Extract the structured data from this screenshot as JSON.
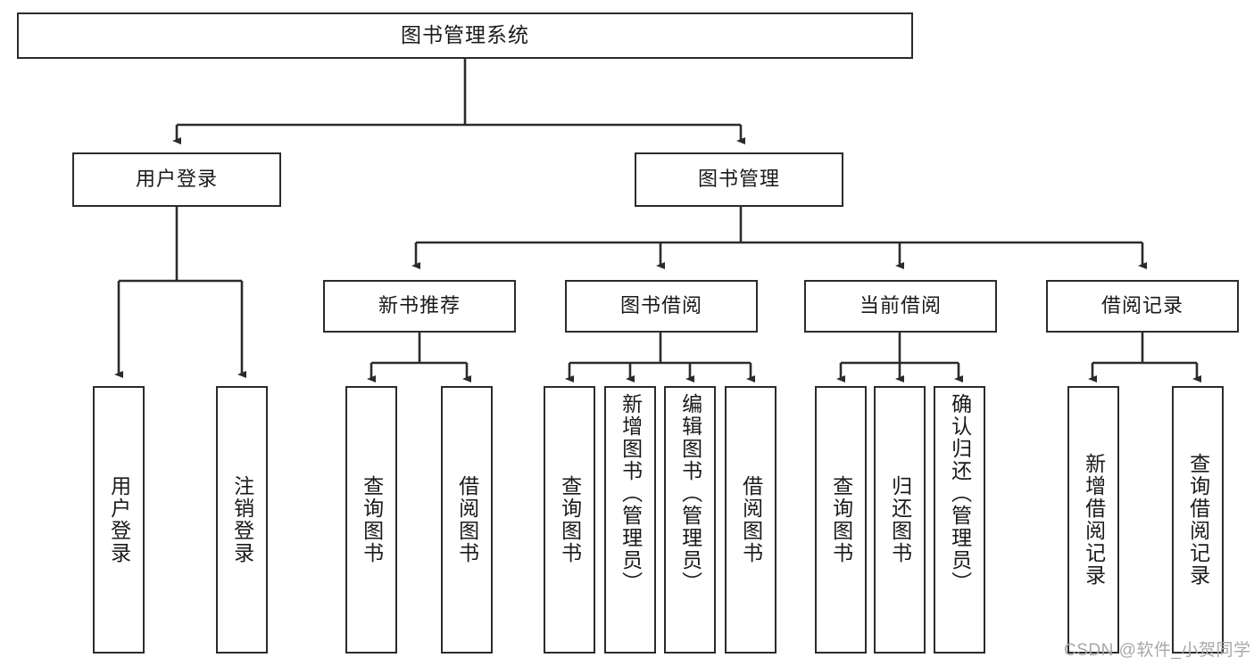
{
  "diagram": {
    "title": "图书管理系统",
    "root": {
      "label": "图书管理系统"
    },
    "level2": [
      {
        "label": "用户登录"
      },
      {
        "label": "图书管理"
      }
    ],
    "level3": [
      {
        "label": "新书推荐"
      },
      {
        "label": "图书借阅"
      },
      {
        "label": "当前借阅"
      },
      {
        "label": "借阅记录"
      }
    ],
    "leaves": {
      "user_login": [
        {
          "label": "用户登录"
        },
        {
          "label": "注销登录"
        }
      ],
      "new_book_rec": [
        {
          "label": "查询图书"
        },
        {
          "label": "借阅图书"
        }
      ],
      "book_borrow": [
        {
          "label": "查询图书"
        },
        {
          "label": "新增图书（管理员）"
        },
        {
          "label": "编辑图书（管理员）"
        },
        {
          "label": "借阅图书"
        }
      ],
      "current_borrow": [
        {
          "label": "查询图书"
        },
        {
          "label": "归还图书"
        },
        {
          "label": "确认归还（管理员）"
        }
      ],
      "borrow_record": [
        {
          "label": "新增借阅记录"
        },
        {
          "label": "查询借阅记录"
        }
      ]
    }
  },
  "watermark": {
    "text": "CSDN @软件_小贺同学"
  },
  "colors": {
    "stroke": "#2b2b2b",
    "fill": "#ffffff",
    "text": "#1a1a1a",
    "watermark": "#a8a8a8"
  }
}
